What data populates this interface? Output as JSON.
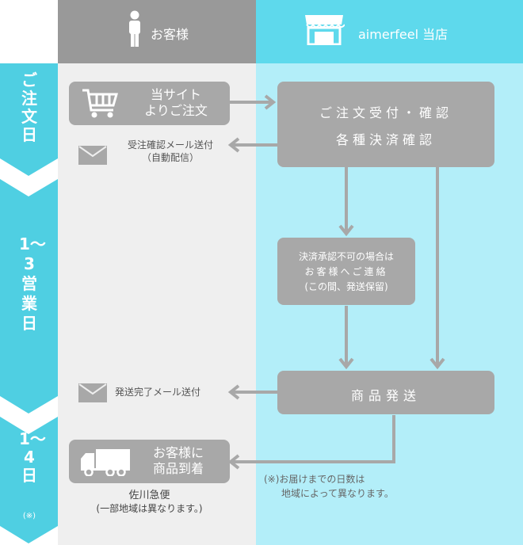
{
  "header": {
    "customer_label": "お客様",
    "shop_label": "aimerfeel 当店",
    "customer_icon": "person-icon",
    "shop_icon": "storefront-icon"
  },
  "stages": [
    {
      "text": "ご注文日"
    },
    {
      "text": "1〜3営業日"
    },
    {
      "text": "1〜4日",
      "note": "(※)"
    }
  ],
  "customer": {
    "order_line1": "当サイト",
    "order_line2": "よりご注文",
    "order_icon": "shopping-cart-icon",
    "confirm_mail_line1": "受注確認メール送付",
    "confirm_mail_line2": "（自動配信）",
    "mail_icon": "envelope-icon",
    "ship_mail": "発送完了メール送付",
    "arrival_line1": "お客様に",
    "arrival_line2": "商品到着",
    "truck_icon": "truck-icon",
    "carrier_line1": "佐川急便",
    "carrier_line2": "(一部地域は異なります。)"
  },
  "shop": {
    "accept_line1": "ご注文受付・確認",
    "accept_line2": "各種決済確認",
    "payment_line1": "決済承認不可の場合は",
    "payment_line2": "お客様へご連絡",
    "payment_line3": "(この間、発送保留)",
    "ship": "商品発送",
    "note_line1": "(※)お届けまでの日数は",
    "note_line2": "地域によって異なります。"
  },
  "colors": {
    "customer_bg": "#efefef",
    "shop_bg": "#b3eef9",
    "customer_header": "#999999",
    "shop_header": "#5ed9ec",
    "stage_band": "#4fcfe2",
    "box": "#a8a8a8"
  }
}
